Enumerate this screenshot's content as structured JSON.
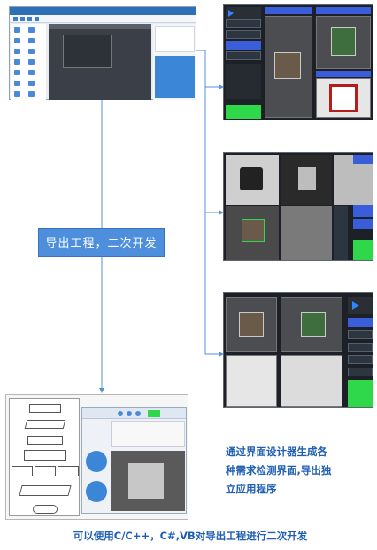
{
  "export_box": {
    "label": "导出工程，二次开发"
  },
  "description": {
    "line1": "通过界面设计器生成各",
    "line2": "种需求检测界面,导出独",
    "line3": "立应用程序"
  },
  "footer": {
    "text": "可以使用C/C++，C#,VB对导出工程进行二次开发"
  },
  "colors": {
    "arrow": "#5b8fd6",
    "accent_text": "#1f5fb4",
    "box": "#4d8fdc",
    "green_button": "#2ed84a",
    "blue_button": "#3a5dd9"
  }
}
